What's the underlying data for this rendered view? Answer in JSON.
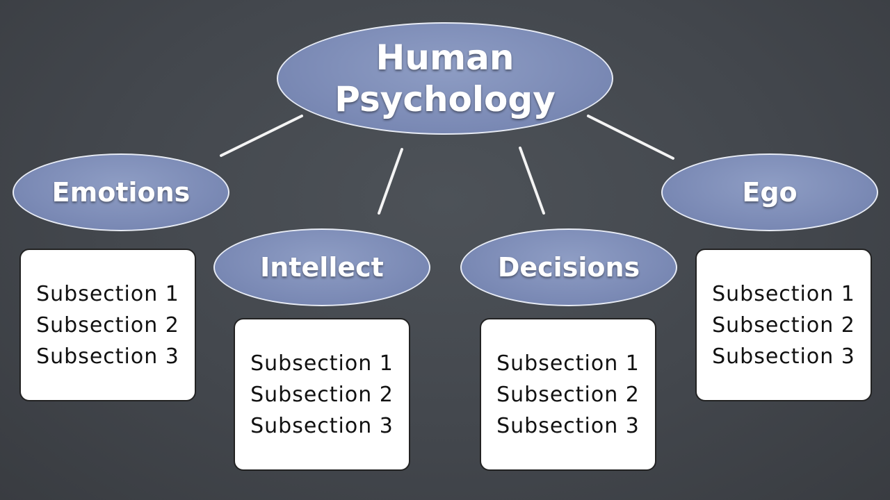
{
  "title": "Human\nPsychology",
  "categories": [
    {
      "id": "emotions",
      "label": "Emotions",
      "items": [
        "Subsection 1",
        "Subsection 2",
        "Subsection 3"
      ]
    },
    {
      "id": "intellect",
      "label": "Intellect",
      "items": [
        "Subsection 1",
        "Subsection 2",
        "Subsection 3"
      ]
    },
    {
      "id": "decisions",
      "label": "Decisions",
      "items": [
        "Subsection 1",
        "Subsection 2",
        "Subsection 3"
      ]
    },
    {
      "id": "ego",
      "label": "Ego",
      "items": [
        "Subsection 1",
        "Subsection 2",
        "Subsection 3"
      ]
    }
  ],
  "colors": {
    "background": "#43474d",
    "node_fill": "#7c8bb6",
    "node_border": "#e8ecf5",
    "connector": "#f4f4f4",
    "box_fill": "#ffffff"
  }
}
